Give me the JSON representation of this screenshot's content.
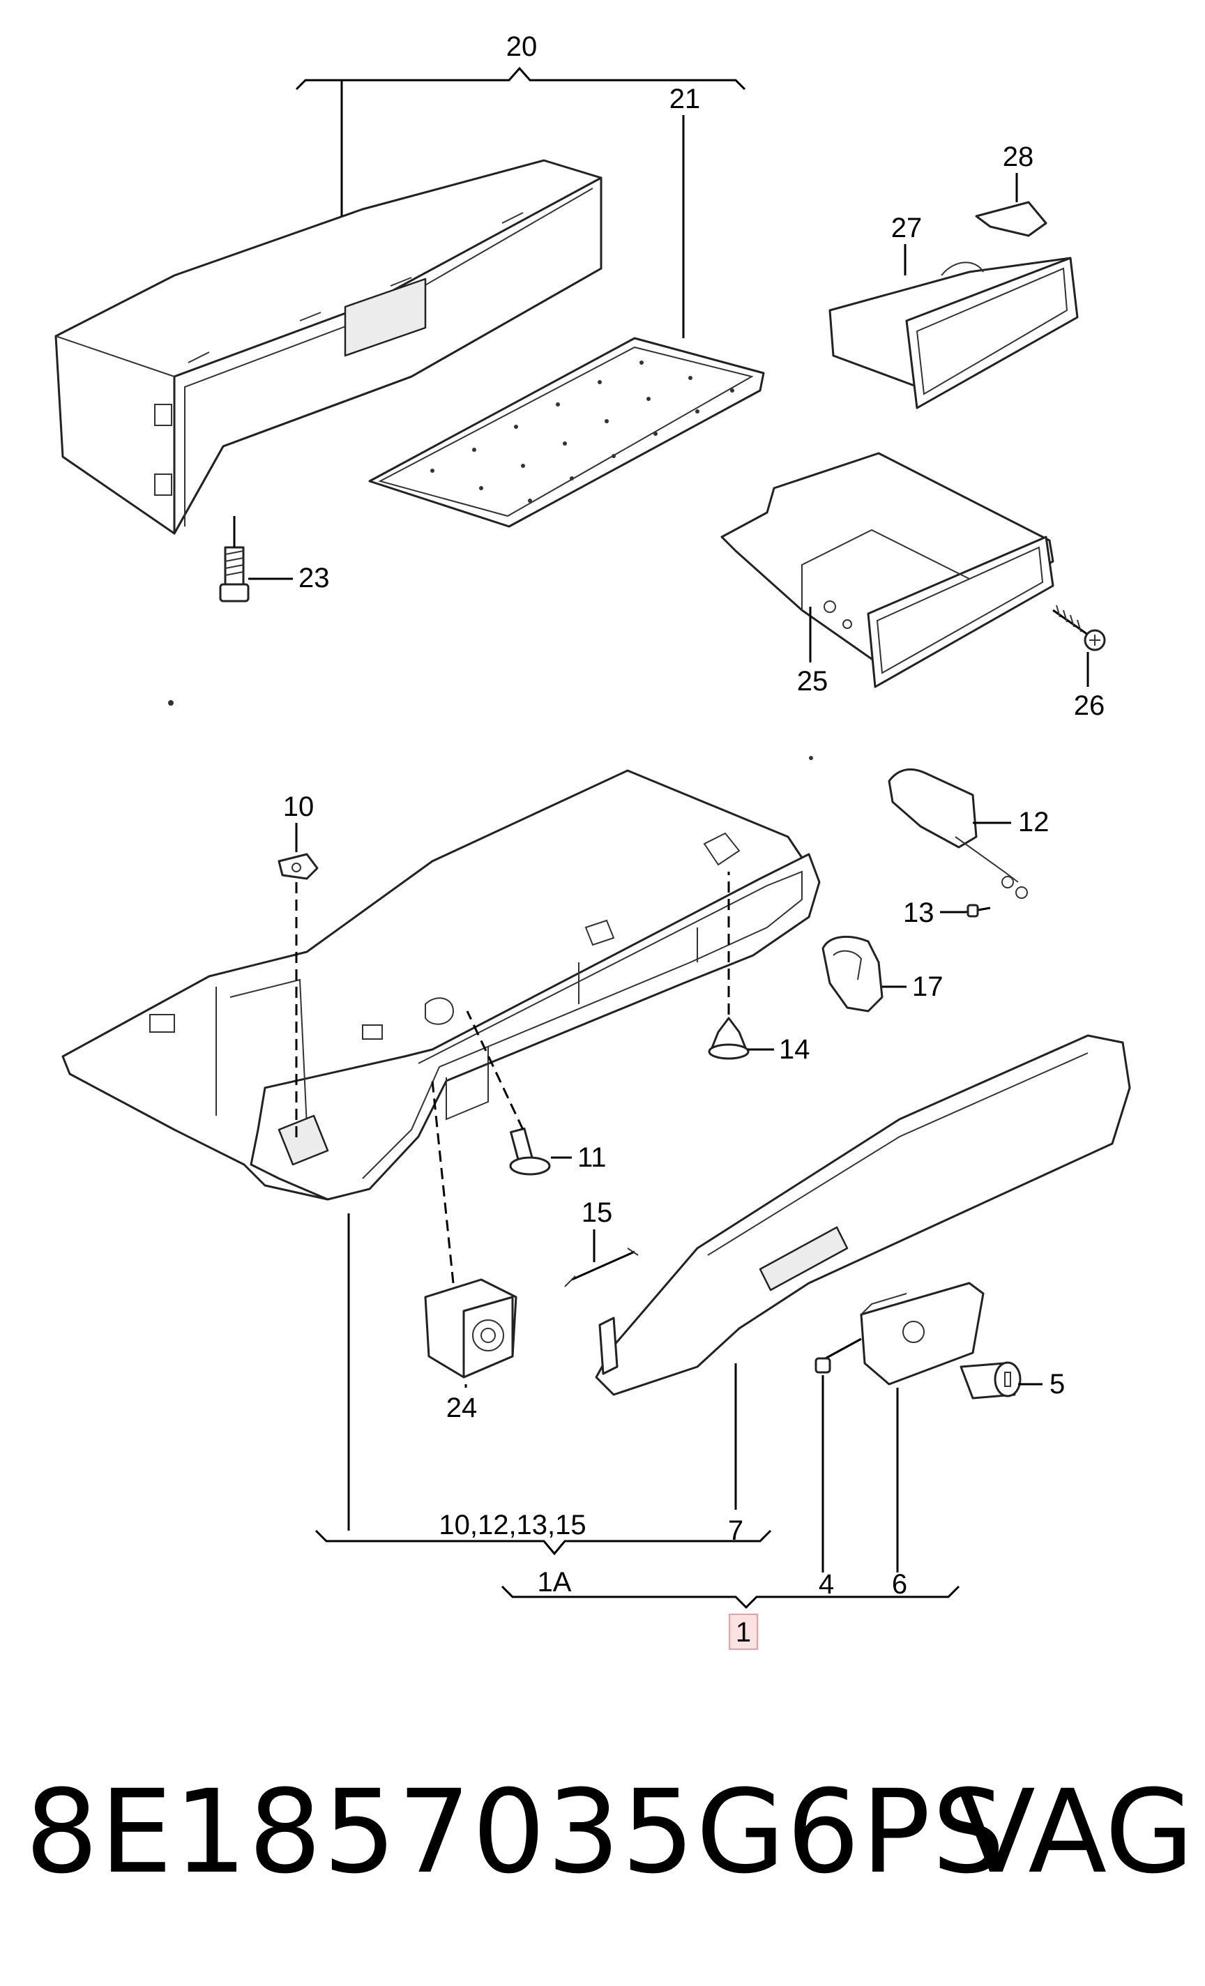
{
  "callouts": {
    "c20": "20",
    "c21": "21",
    "c23": "23",
    "c28": "28",
    "c27": "27",
    "c25": "25",
    "c26": "26",
    "c10": "10",
    "c12": "12",
    "c13": "13",
    "c17": "17",
    "c14": "14",
    "c11": "11",
    "c15": "15",
    "c24": "24",
    "c5": "5",
    "c7": "7",
    "c4": "4",
    "c6": "6",
    "group_1a_parts": "10,12,13,15",
    "c1a": "1A",
    "c1": "1"
  },
  "highlight_color": "#e8a0a0",
  "footer": {
    "part_number": "8E1857035G6PS",
    "brand": "VAG"
  }
}
